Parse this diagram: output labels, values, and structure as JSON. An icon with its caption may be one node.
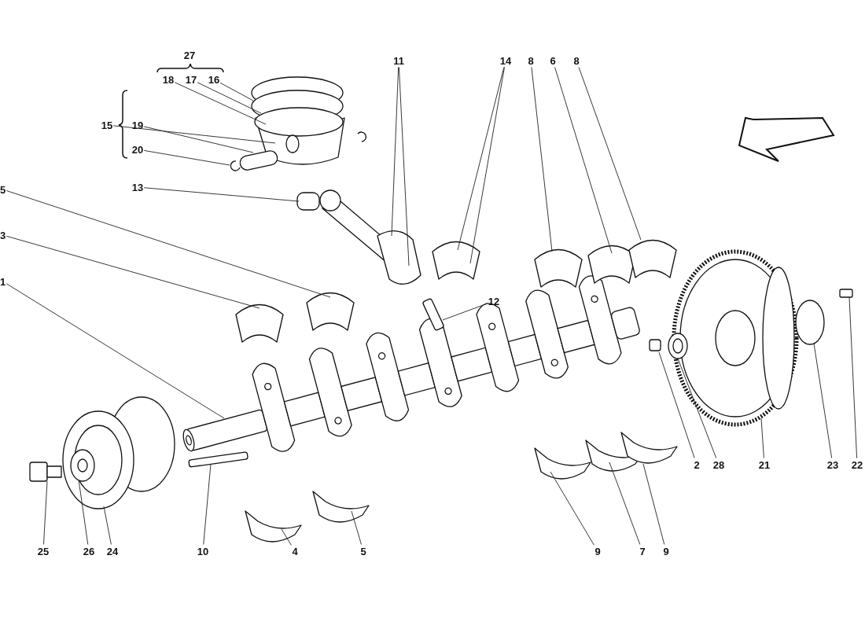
{
  "diagram": {
    "nodes": [
      {
        "text": [
          "27"
        ]
      },
      {
        "text": [
          "18"
        ]
      },
      {
        "text": [
          "17"
        ]
      },
      {
        "text": [
          "16"
        ]
      },
      {
        "text": [
          "15"
        ]
      },
      {
        "text": [
          "19"
        ]
      },
      {
        "text": [
          "20"
        ]
      },
      {
        "text": [
          "13"
        ]
      },
      {
        "text": [
          "11"
        ]
      },
      {
        "text": [
          "14"
        ]
      },
      {
        "text": [
          "8"
        ]
      },
      {
        "text": [
          "6"
        ]
      },
      {
        "text": [
          "8"
        ]
      },
      {
        "text": [
          "5"
        ]
      },
      {
        "text": [
          "3"
        ]
      },
      {
        "text": [
          "1"
        ]
      },
      {
        "text": [
          "12"
        ]
      },
      {
        "text": [
          "2"
        ]
      },
      {
        "text": [
          "28"
        ]
      },
      {
        "text": [
          "21"
        ]
      },
      {
        "text": [
          "23"
        ]
      },
      {
        "text": [
          "22"
        ]
      },
      {
        "text": [
          "25"
        ]
      },
      {
        "text": [
          "26"
        ]
      },
      {
        "text": [
          "24"
        ]
      },
      {
        "text": [
          "10"
        ]
      },
      {
        "text": [
          "4"
        ]
      },
      {
        "text": [
          "5"
        ]
      },
      {
        "text": [
          "9"
        ]
      },
      {
        "text": [
          "7"
        ]
      },
      {
        "text": [
          "9"
        ]
      }
    ],
    "edges": [
      {
        "from": 1,
        "to": null,
        "arrow": "none"
      },
      {
        "from": 2,
        "to": null,
        "arrow": "none"
      },
      {
        "from": 3,
        "to": null,
        "arrow": "none"
      },
      {
        "from": 4,
        "to": null,
        "arrow": "none"
      },
      {
        "from": 5,
        "to": null,
        "arrow": "none"
      },
      {
        "from": 6,
        "to": null,
        "arrow": "none"
      },
      {
        "from": 7,
        "to": null,
        "arrow": "none"
      },
      {
        "from": 8,
        "to": null,
        "arrow": "none"
      },
      {
        "from": 8,
        "to": null,
        "arrow": "none"
      },
      {
        "from": 9,
        "to": null,
        "arrow": "none"
      },
      {
        "from": 9,
        "to": null,
        "arrow": "none"
      },
      {
        "from": 10,
        "to": null,
        "arrow": "none"
      },
      {
        "from": 11,
        "to": null,
        "arrow": "none"
      },
      {
        "from": 12,
        "to": null,
        "arrow": "none"
      },
      {
        "from": 13,
        "to": null,
        "arrow": "none"
      },
      {
        "from": 14,
        "to": null,
        "arrow": "none"
      },
      {
        "from": 15,
        "to": null,
        "arrow": "none"
      },
      {
        "from": 16,
        "to": null,
        "arrow": "none"
      },
      {
        "from": 17,
        "to": null,
        "arrow": "none"
      },
      {
        "from": 18,
        "to": null,
        "arrow": "none"
      },
      {
        "from": 19,
        "to": null,
        "arrow": "none"
      },
      {
        "from": 20,
        "to": null,
        "arrow": "none"
      },
      {
        "from": 21,
        "to": null,
        "arrow": "none"
      },
      {
        "from": 22,
        "to": null,
        "arrow": "none"
      },
      {
        "from": 23,
        "to": null,
        "arrow": "none"
      },
      {
        "from": 24,
        "to": null,
        "arrow": "none"
      },
      {
        "from": 25,
        "to": null,
        "arrow": "none"
      },
      {
        "from": 26,
        "to": null,
        "arrow": "none"
      },
      {
        "from": 27,
        "to": null,
        "arrow": "none"
      },
      {
        "from": 28,
        "to": null,
        "arrow": "none"
      },
      {
        "from": 29,
        "to": null,
        "arrow": "none"
      },
      {
        "from": 30,
        "to": null,
        "arrow": "none"
      }
    ]
  }
}
